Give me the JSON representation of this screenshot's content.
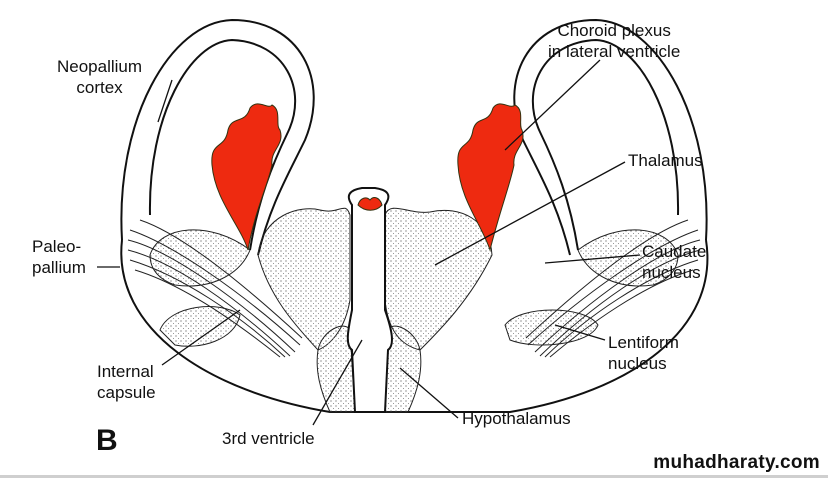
{
  "labels": {
    "neopallium": [
      "Neopallium",
      "cortex"
    ],
    "choroid": [
      "Choroid plexus",
      "in lateral ventricle"
    ],
    "thalamus": "Thalamus",
    "paleopallium": [
      "Paleo-",
      "pallium"
    ],
    "caudate": [
      "Caudate",
      "nucleus"
    ],
    "lentiform": [
      "Lentiform",
      "nucleus"
    ],
    "internal_capsule": [
      "Internal",
      "capsule"
    ],
    "third_ventricle": "3rd ventricle",
    "hypothalamus": "Hypothalamus"
  },
  "figure_letter": "B",
  "watermark": "muhadharaty.com",
  "colors": {
    "choroid": "#ee2a10",
    "line": "#111111"
  }
}
